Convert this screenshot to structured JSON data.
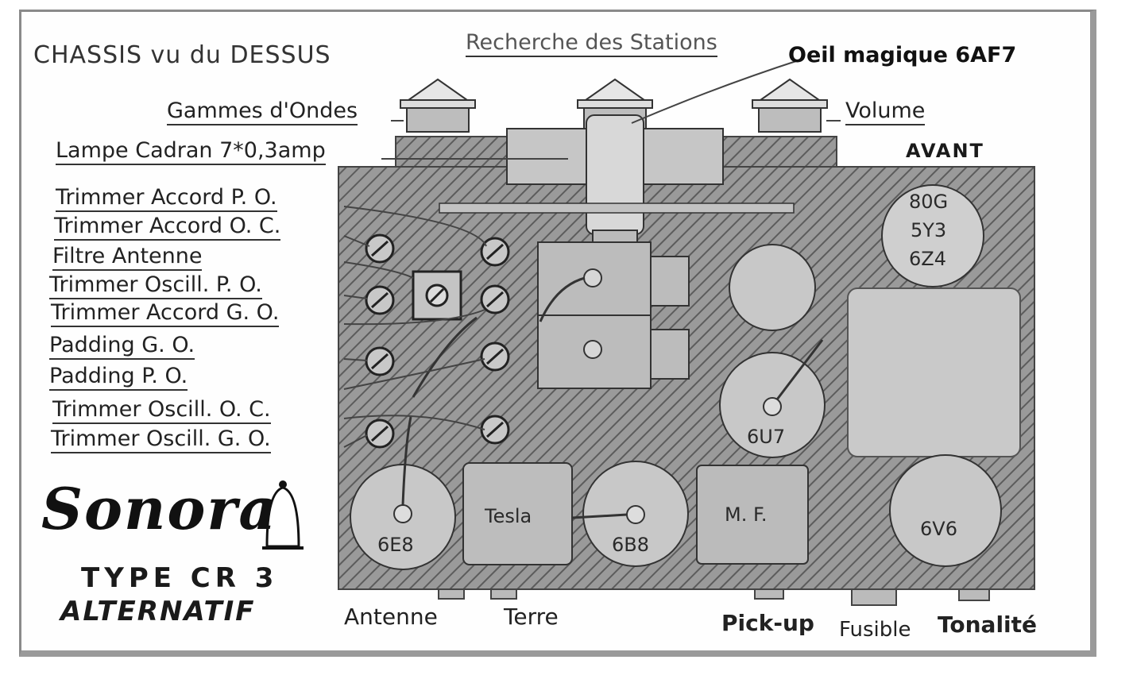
{
  "header": {
    "title": "CHASSIS vu du DESSUS",
    "recherche": "Recherche des Stations",
    "oeil": "Oeil magique 6AF7",
    "gammes": "Gammes d'Ondes",
    "volume": "Volume",
    "lampe": "Lampe  Cadran 7*0,3amp",
    "avant": "AVANT"
  },
  "side_labels": [
    "Trimmer Accord P. O.",
    "Trimmer Accord O. C.",
    "Filtre Antenne",
    "Trimmer Oscill. P. O.",
    "Trimmer Accord G. O.",
    "Padding G. O.",
    "Padding P. O.",
    "Trimmer Oscill. O. C.",
    "Trimmer Oscill. G. O."
  ],
  "tubes": {
    "rectifier": [
      "80G",
      "5Y3",
      "6Z4"
    ],
    "u7": "6U7",
    "e8": "6E8",
    "b8": "6B8",
    "v6": "6V6",
    "tesla": "Tesla",
    "mf": "M. F."
  },
  "bottom": {
    "antenne": "Antenne",
    "terre": "Terre",
    "pickup": "Pick-up",
    "fusible": "Fusible",
    "tonalite": "Tonalité"
  },
  "brand": {
    "logo": "Sonora",
    "type": "TYPE CR 3",
    "alt": "ALTERNATIF"
  },
  "colors": {
    "chassis": "#8f8f8f",
    "hatch": "#5f5f5f",
    "tube": "#c9c9c9",
    "box": "#b5b5b5"
  }
}
